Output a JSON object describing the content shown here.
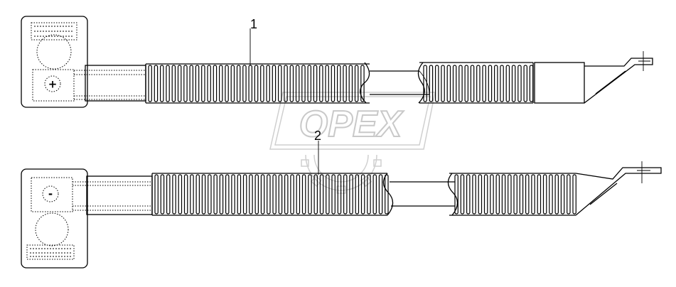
{
  "callouts": {
    "cable_1": "1",
    "cable_2": "2"
  },
  "terminals": {
    "positive": "+",
    "negative": "-"
  },
  "watermark": {
    "text": "OPEX"
  },
  "colors": {
    "line": "#000000",
    "watermark": "#c9c9c9",
    "background": "#ffffff"
  }
}
